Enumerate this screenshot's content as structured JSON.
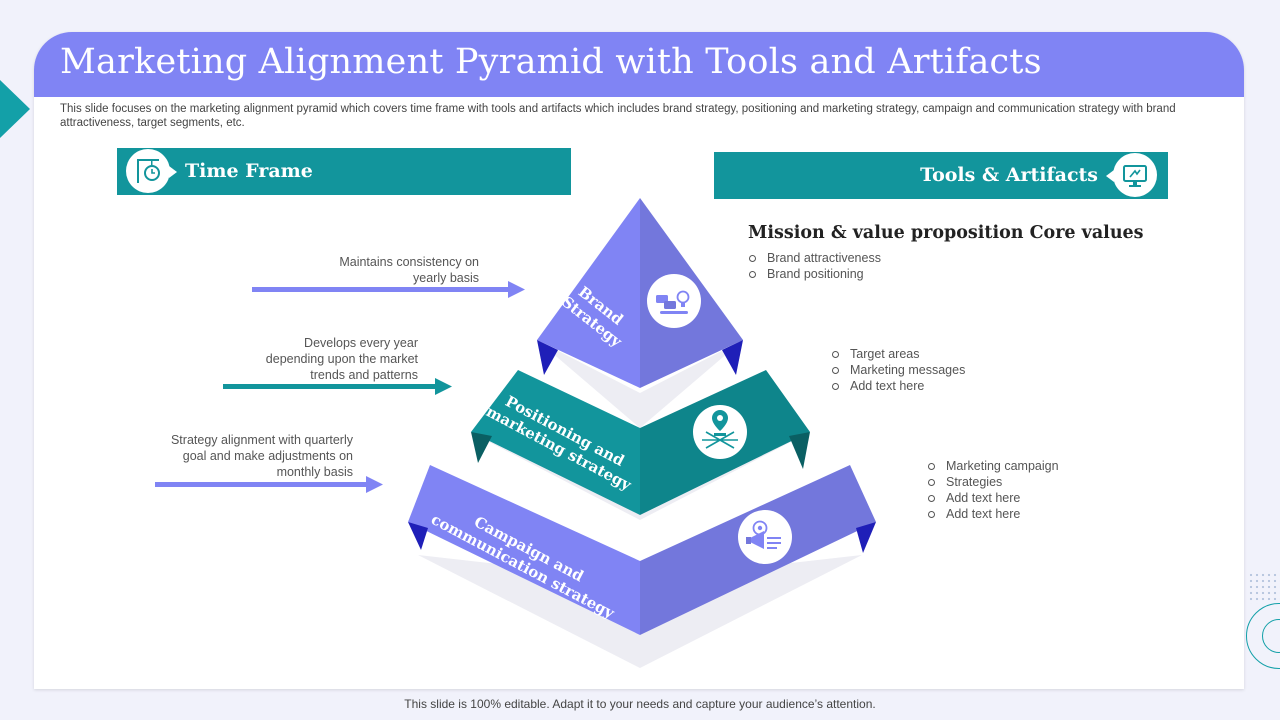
{
  "title": "Marketing Alignment Pyramid with Tools and Artifacts",
  "subtitle": "This slide focuses on the marketing alignment pyramid which covers time frame with tools and artifacts which includes brand strategy, positioning and marketing strategy, campaign and communication strategy with brand attractiveness, target segments, etc.",
  "time_frame": {
    "label": "Time Frame",
    "icon": "clock-sign-icon",
    "items": [
      "Maintains consistency on yearly basis",
      "Develops every year depending upon the market trends and patterns",
      "Strategy alignment with quarterly goal and make adjustments on monthly basis"
    ]
  },
  "tools": {
    "label": "Tools & Artifacts",
    "icon": "presentation-monitor-icon",
    "heading": "Mission & value proposition Core values",
    "groups": [
      [
        "Brand attractiveness",
        "Brand positioning"
      ],
      [
        "Target areas",
        "Marketing messages",
        "Add text here"
      ],
      [
        "Marketing campaign",
        "Strategies",
        "Add text here",
        "Add text here"
      ]
    ]
  },
  "pyramid": {
    "levels": [
      {
        "line1": "Brand",
        "line2": "Strategy",
        "icon": "brand-idea-icon"
      },
      {
        "line1": "Positioning and",
        "line2": "marketing strategy",
        "icon": "location-target-icon"
      },
      {
        "line1": "Campaign and",
        "line2": "communication strategy",
        "icon": "megaphone-target-icon"
      }
    ]
  },
  "colors": {
    "accent_purple": "#8084f4",
    "accent_teal": "#12959c",
    "dark_blue": "#1f1fb8"
  },
  "footer": "This slide is 100% editable. Adapt it to your needs and capture your audience’s attention."
}
